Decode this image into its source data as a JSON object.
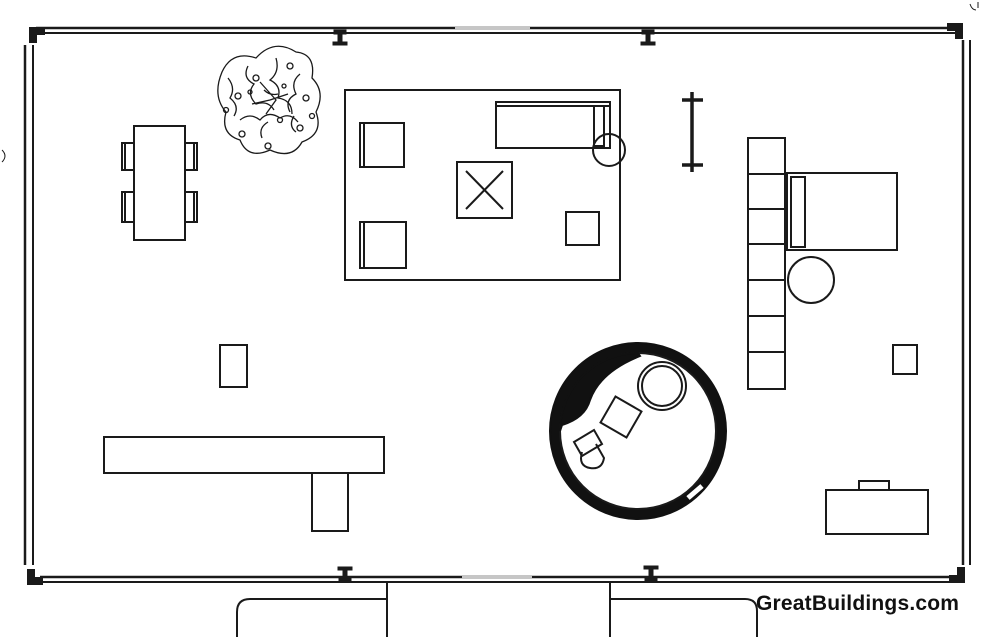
{
  "plan": {
    "watermark": "GreatBuildings.com",
    "colors": {
      "line": "#1a1a1a",
      "background": "#ffffff",
      "fill_dark": "#111111"
    },
    "elements": [
      "exterior-glass-wall",
      "steel-columns",
      "tree",
      "dining-table",
      "dining-chairs",
      "living-area-rug",
      "lounge-chairs",
      "coffee-table",
      "daybed",
      "side-table",
      "sculpture-stand",
      "kitchen-counter",
      "bed-area",
      "storage-cabinets",
      "round-table",
      "bathroom-cylinder",
      "fireplace",
      "desk",
      "entrance-steps"
    ]
  }
}
